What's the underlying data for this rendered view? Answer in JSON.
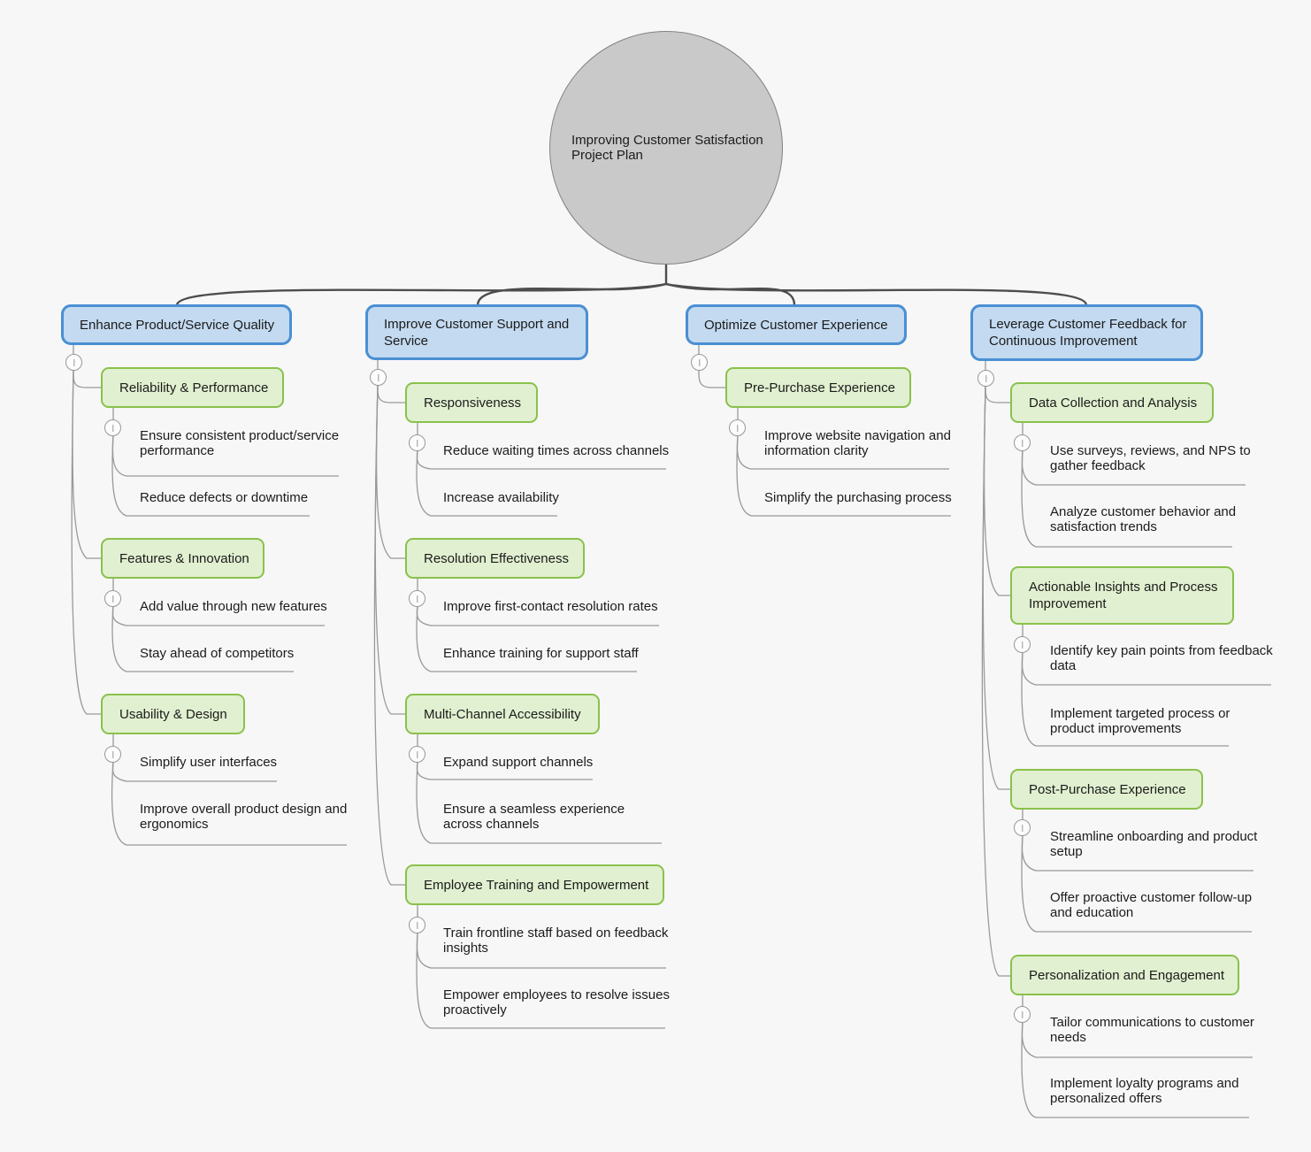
{
  "colors": {
    "background": "#f7f7f7",
    "root_fill": "#c9c9c9",
    "root_border": "#828282",
    "branch_fill": "#c3daf0",
    "branch_border": "#4a8fd3",
    "topic_fill": "#e1f0d0",
    "topic_border": "#8ac14c",
    "connector_thick": "#4d4d4d",
    "connector_thin": "#999999"
  },
  "root": {
    "label": "Improving Customer Satisfaction Project Plan"
  },
  "branches": [
    {
      "label": "Enhance Product/Service Quality",
      "topics": [
        {
          "label": "Reliability & Performance",
          "leaves": [
            "Ensure consistent product/service performance",
            "Reduce defects or downtime"
          ]
        },
        {
          "label": "Features & Innovation",
          "leaves": [
            "Add value through new features",
            "Stay ahead of competitors"
          ]
        },
        {
          "label": "Usability & Design",
          "leaves": [
            "Simplify user interfaces",
            "Improve overall product design and ergonomics"
          ]
        }
      ]
    },
    {
      "label": "Improve Customer Support and Service",
      "topics": [
        {
          "label": "Responsiveness",
          "leaves": [
            "Reduce waiting times across channels",
            "Increase availability"
          ]
        },
        {
          "label": "Resolution Effectiveness",
          "leaves": [
            "Improve first-contact resolution rates",
            "Enhance training for support staff"
          ]
        },
        {
          "label": "Multi-Channel Accessibility",
          "leaves": [
            "Expand support channels",
            "Ensure a seamless experience across channels"
          ]
        },
        {
          "label": "Employee Training and Empowerment",
          "leaves": [
            "Train frontline staff based on feedback insights",
            "Empower employees to resolve issues proactively"
          ]
        }
      ]
    },
    {
      "label": "Optimize Customer Experience",
      "topics": [
        {
          "label": "Pre-Purchase Experience",
          "leaves": [
            "Improve website navigation and information clarity",
            "Simplify the purchasing process"
          ]
        }
      ]
    },
    {
      "label": "Leverage Customer Feedback for Continuous Improvement",
      "topics": [
        {
          "label": "Data Collection and Analysis",
          "leaves": [
            "Use surveys, reviews, and NPS to gather feedback",
            "Analyze customer behavior and satisfaction trends"
          ]
        },
        {
          "label": "Actionable Insights and Process Improvement",
          "leaves": [
            "Identify key pain points from feedback data",
            "Implement targeted process or product improvements"
          ]
        },
        {
          "label": "Post-Purchase Experience",
          "leaves": [
            "Streamline onboarding and product setup",
            "Offer proactive customer follow-up and education"
          ]
        },
        {
          "label": "Personalization and Engagement",
          "leaves": [
            "Tailor communications to customer needs",
            "Implement loyalty programs and personalized offers"
          ]
        }
      ]
    }
  ]
}
